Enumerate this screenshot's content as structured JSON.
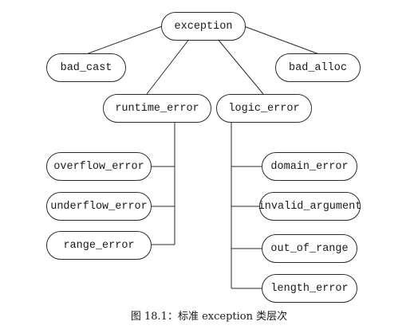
{
  "diagram": {
    "nodes": {
      "exception": "exception",
      "bad_cast": "bad_cast",
      "bad_alloc": "bad_alloc",
      "runtime_error": "runtime_error",
      "logic_error": "logic_error",
      "overflow_error": "overflow_error",
      "underflow_error": "underflow_error",
      "range_error": "range_error",
      "domain_error": "domain_error",
      "invalid_argument": "invalid_argument",
      "out_of_range": "out_of_range",
      "length_error": "length_error"
    },
    "caption": "图 18.1：标准 exception 类层次"
  }
}
